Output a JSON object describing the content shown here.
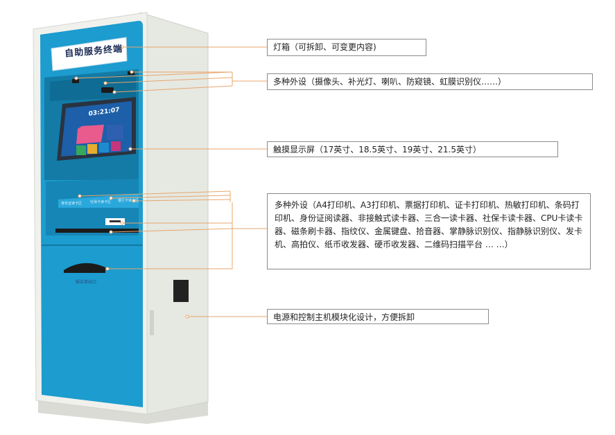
{
  "kiosk": {
    "lamp_text": "自助服务终端",
    "screen_time": "03:21:07",
    "slot_labels": [
      "身份证读卡区",
      "社保卡读卡区",
      "银行卡读卡区"
    ],
    "exit_label": "报告单出口"
  },
  "callouts": [
    {
      "id": "lightbox",
      "text": "灯箱（可拆卸、可变更内容)"
    },
    {
      "id": "peripherals-top",
      "text": "多种外设（摄像头、补光灯、喇叭、防窥镜、虹膜识别仪……）"
    },
    {
      "id": "touchscreen",
      "text": "触摸显示屏（17英寸、18.5英寸、19英寸、21.5英寸）"
    },
    {
      "id": "peripherals-main",
      "text": "多种外设（A4打印机、A3打印机、票据打印机、证卡打印机、热敏打印机、条码打印机、身份证阅读器、非接触式读卡器、三合一读卡器、社保卡读卡器、CPU卡读卡器、磁条刷卡器、指纹仪、金属键盘、拾音器、掌静脉识别仪、指静脉识别仪、发卡机、高拍仪、纸币收发器、硬币收发器、二维码扫描平台 … …）"
    },
    {
      "id": "power-module",
      "text": "电源和控制主机模块化设计，方便拆卸"
    }
  ],
  "colors": {
    "panel_blue": "#1c9ccf",
    "panel_blue_dark": "#137ba6",
    "cabinet": "#e9ebe6",
    "leader_line": "#e8a66b",
    "screen": "#1d5fa8"
  }
}
